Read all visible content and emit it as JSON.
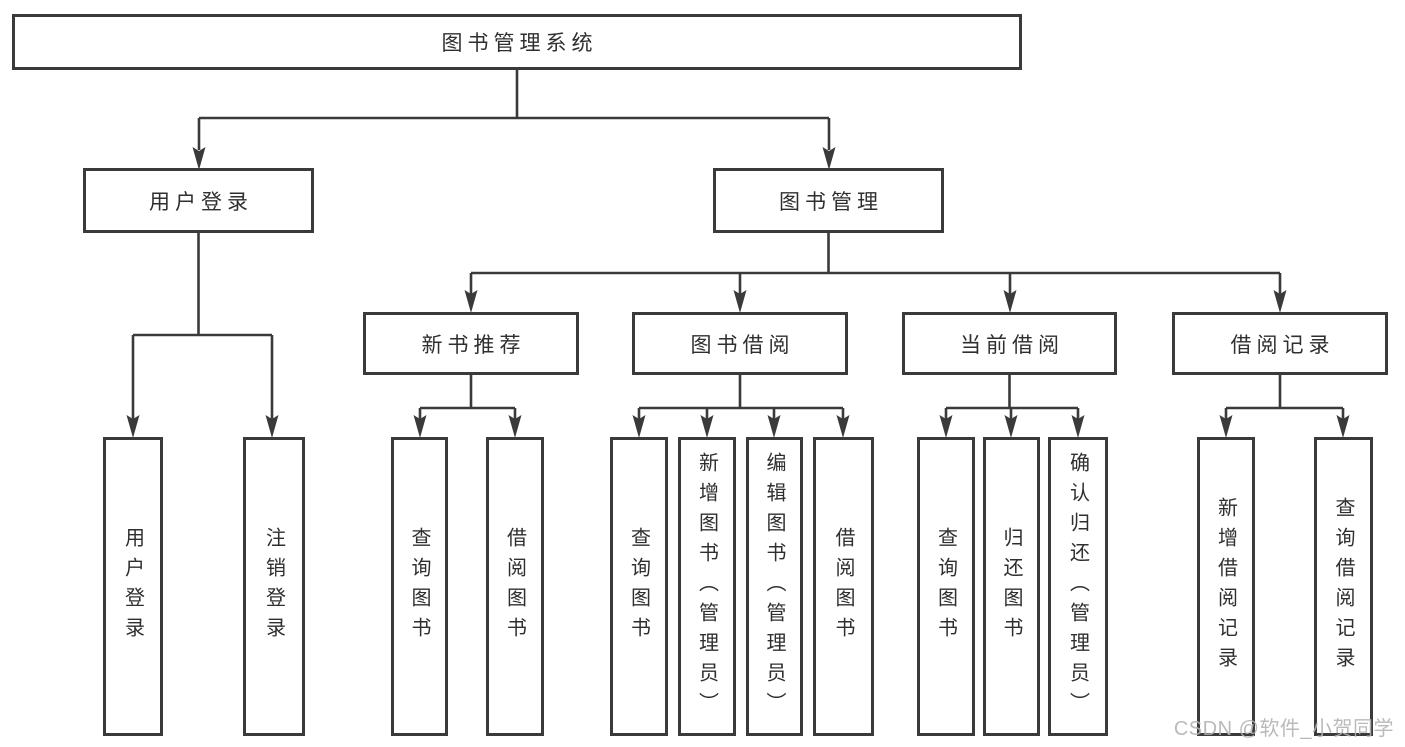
{
  "diagram": {
    "type": "tree",
    "root": {
      "label": "图书管理系统"
    },
    "level2": [
      {
        "label": "用户登录",
        "children": [
          {
            "label": "用户登录"
          },
          {
            "label": "注销登录"
          }
        ]
      },
      {
        "label": "图书管理",
        "modules": [
          {
            "label": "新书推荐",
            "children": [
              {
                "label": "查询图书"
              },
              {
                "label": "借阅图书"
              }
            ]
          },
          {
            "label": "图书借阅",
            "children": [
              {
                "label": "查询图书"
              },
              {
                "label": "新增图书（管理员）"
              },
              {
                "label": "编辑图书（管理员）"
              },
              {
                "label": "借阅图书"
              }
            ]
          },
          {
            "label": "当前借阅",
            "children": [
              {
                "label": "查询图书"
              },
              {
                "label": "归还图书"
              },
              {
                "label": "确认归还（管理员）"
              }
            ]
          },
          {
            "label": "借阅记录",
            "children": [
              {
                "label": "新增借阅记录"
              },
              {
                "label": "查询借阅记录"
              }
            ]
          }
        ]
      }
    ],
    "colors": {
      "line": "#3a3a3a",
      "text": "#2f2f2f",
      "box_background": "#ffffff",
      "page_background": "#ffffff"
    }
  },
  "watermark": {
    "text": "CSDN @软件_小贺同学",
    "color": "#b2b2b2"
  }
}
